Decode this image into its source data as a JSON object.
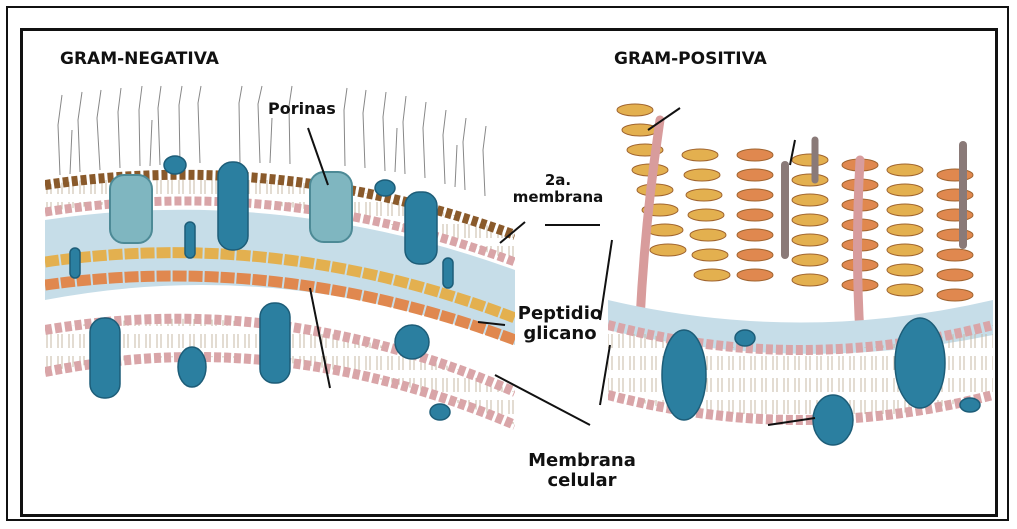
{
  "panels": {
    "left_title": "GRAM-NEGATIVA",
    "right_title": "GRAM-POSITIVA"
  },
  "labels": {
    "porinas": "Porinas",
    "second_membrane_line1": "2a.",
    "second_membrane_line2": "membrana",
    "peptidoglycan_line1": "Peptidio",
    "peptidoglycan_line2": "glicano",
    "cell_membrane_line1": "Membrana",
    "cell_membrane_line2": "celular"
  },
  "colors": {
    "membrane_head": "#d9a5a8",
    "membrane_head_dark": "#b86b70",
    "protein": "#2b7fa0",
    "porin": "#7fb6c0",
    "periplasm": "#c6dde8",
    "peptidoglycan_gold": "#e3b04f",
    "peptidoglycan_orange": "#e0884f",
    "lps_brown": "#8a5a2b"
  }
}
